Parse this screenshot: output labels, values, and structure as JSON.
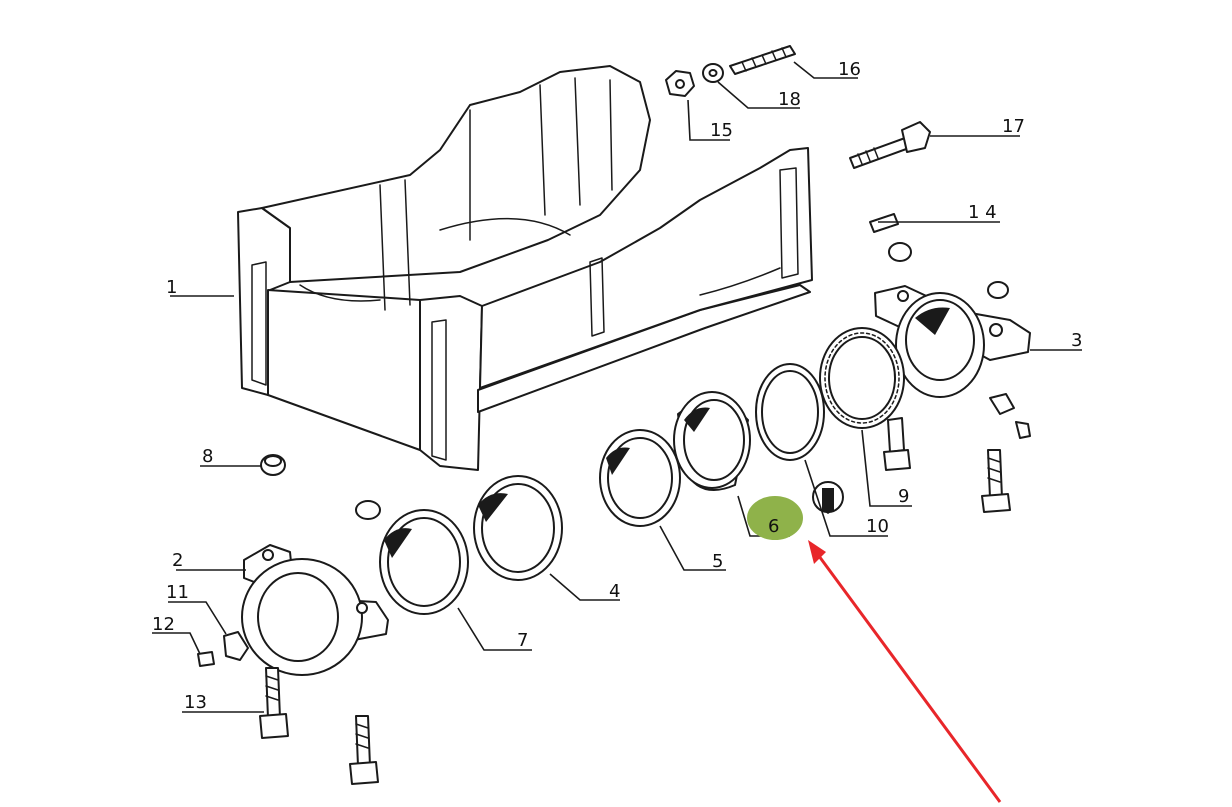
{
  "highlight_color": "#8fb24a",
  "arrow_color": "#e8262a",
  "callouts": {
    "c1": "1",
    "c2": "2",
    "c3": "3",
    "c4": "4",
    "c5": "5",
    "c6": "6",
    "c7": "7",
    "c8": "8",
    "c9": "9",
    "c10": "10",
    "c11": "11",
    "c12": "12",
    "c13": "13",
    "c14": "1 4",
    "c15": "15",
    "c16": "16",
    "c17": "17",
    "c18": "18"
  }
}
